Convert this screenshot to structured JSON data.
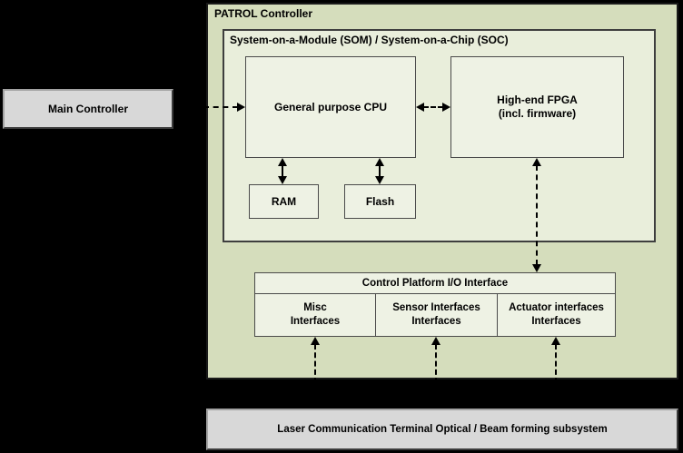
{
  "main_controller": {
    "label": "Main Controller"
  },
  "patrol": {
    "title": "PATROL Controller",
    "som": {
      "title": "System-on-a-Module (SOM) / System-on-a-Chip (SOC)",
      "cpu_label": "General purpose CPU",
      "fpga_line1": "High-end FPGA",
      "fpga_line2": "(incl. firmware)",
      "ram_label": "RAM",
      "flash_label": "Flash"
    },
    "io_interface": {
      "header": "Control Platform I/O Interface",
      "cells": [
        {
          "line1": "Misc",
          "line2": "Interfaces"
        },
        {
          "line1": "Sensor Interfaces",
          "line2": "Interfaces"
        },
        {
          "line1": "Actuator interfaces",
          "line2": "Interfaces"
        }
      ]
    }
  },
  "laser_subsystem": {
    "label": "Laser Communication Terminal Optical / Beam forming subsystem"
  },
  "colors": {
    "background": "#000000",
    "patrol_fill": "#d5ddbc",
    "som_fill": "#e9eedb",
    "inner_box_fill": "#eef2e4",
    "gray_box_fill": "#d8d8d8",
    "line_color": "#000000"
  }
}
